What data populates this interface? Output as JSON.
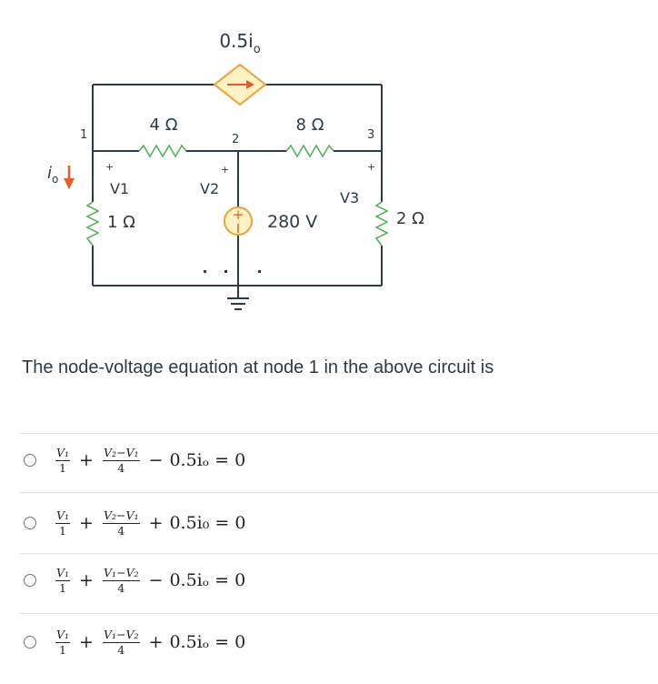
{
  "circuit": {
    "dep_source_label": "0.5i",
    "dep_source_sub": "o",
    "r_4": "4 Ω",
    "r_8": "8 Ω",
    "r_1": "1 Ω",
    "r_2": "2 Ω",
    "node_1": "1",
    "node_2": "2",
    "node_3": "3",
    "v1": "V1",
    "v2": "V2",
    "v3": "V3",
    "source_280": "280 V",
    "current_label": "i",
    "current_sub": "o",
    "plus": "+"
  },
  "question": "The node-voltage equation at node 1 in the above circuit is",
  "options": [
    {
      "f1_num": "V₁",
      "f1_den": "1",
      "op1": "+",
      "f2_num": "V₂−V₁",
      "f2_den": "4",
      "op2": "−",
      "term": "0.5iₒ = 0"
    },
    {
      "f1_num": "V₁",
      "f1_den": "1",
      "op1": "+",
      "f2_num": "V₂−V₁",
      "f2_den": "4",
      "op2": "+",
      "term": "0.5i₀ = 0"
    },
    {
      "f1_num": "V₁",
      "f1_den": "1",
      "op1": "+",
      "f2_num": "V₁−V₂",
      "f2_den": "4",
      "op2": "−",
      "term": "0.5iₒ = 0"
    },
    {
      "f1_num": "V₁",
      "f1_den": "1",
      "op1": "+",
      "f2_num": "V₁−V₂",
      "f2_den": "4",
      "op2": "+",
      "term": "0.5iₒ = 0"
    }
  ]
}
